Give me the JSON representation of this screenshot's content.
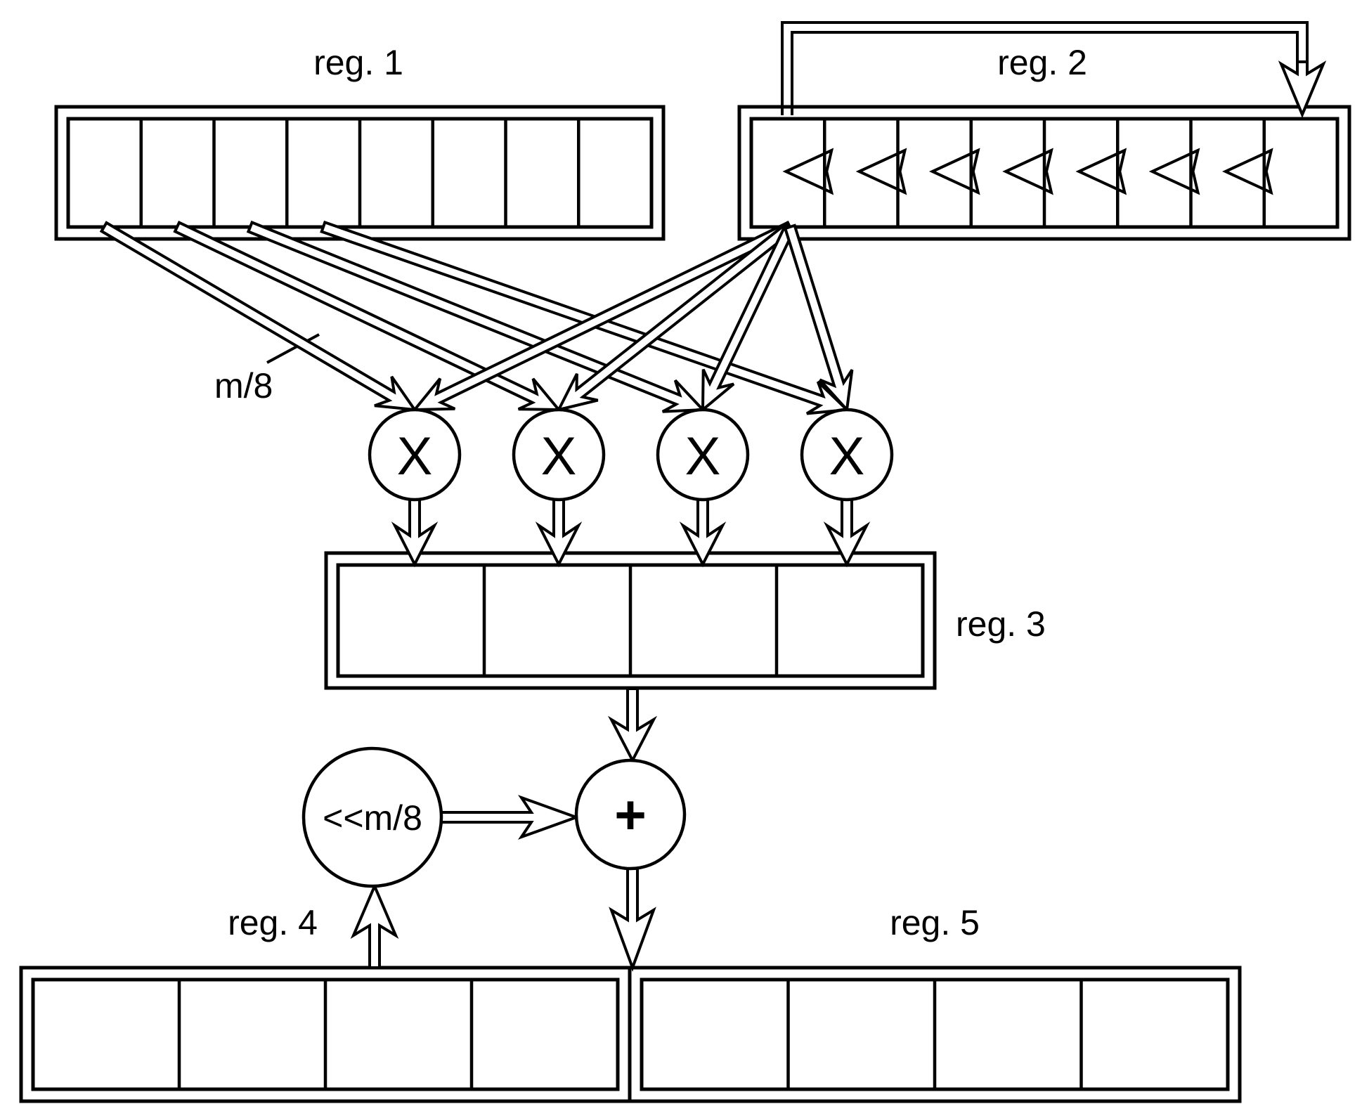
{
  "registers": {
    "reg1": {
      "label": "reg. 1",
      "cells": 8
    },
    "reg2": {
      "label": "reg. 2",
      "cells": 8
    },
    "reg3": {
      "label": "reg. 3",
      "cells": 4
    },
    "reg4": {
      "label": "reg. 4",
      "cells": 4
    },
    "reg5": {
      "label": "reg. 5",
      "cells": 4
    }
  },
  "multipliers": {
    "count": 4,
    "symbol": "X"
  },
  "bus_width_label": "m/8",
  "shift_node": {
    "label": "<<m/8"
  },
  "adder_node": {
    "symbol": "+"
  }
}
